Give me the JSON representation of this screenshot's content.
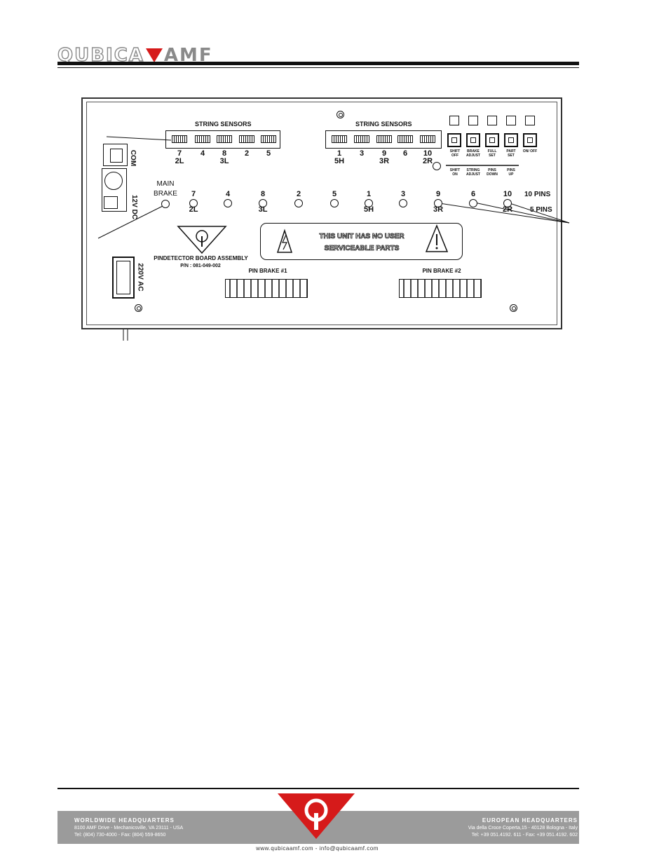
{
  "header": {
    "logo_left": "QUBICA",
    "logo_right": "AMF"
  },
  "panel": {
    "string_sensors_left_label": "STRING SENSORS",
    "string_sensors_right_label": "STRING SENSORS",
    "left_sensor_numbers": [
      "7",
      "4",
      "8",
      "2",
      "5"
    ],
    "left_sensor_sub": [
      "2L",
      "3L"
    ],
    "right_sensor_numbers": [
      "1",
      "3",
      "9",
      "6",
      "10"
    ],
    "right_sensor_sub": [
      "5H",
      "3R",
      "2R"
    ],
    "com_label": "COM",
    "dc_label": "12V DC",
    "ac_label": "220V AC",
    "main_brake": [
      "MAIN",
      "BRAKE"
    ],
    "led_numbers": [
      "7",
      "4",
      "8",
      "2",
      "5",
      "1",
      "3",
      "9",
      "6",
      "10"
    ],
    "led_sub": [
      "2L",
      "3L",
      "5H",
      "3R",
      "2R"
    ],
    "ten_pins_label": "10 PINS",
    "five_pins_label": "5 PINS",
    "buttons_top": [
      [
        "SHIFT",
        "OFF"
      ],
      [
        "BRAKE",
        "ADJUST"
      ],
      [
        "FULL",
        "SET"
      ],
      [
        "PART",
        "SET"
      ],
      [
        "ON/ OFF",
        ""
      ]
    ],
    "buttons_bottom": [
      [
        "SHIFT",
        "ON"
      ],
      [
        "STRING",
        "ADJUST"
      ],
      [
        "PINS",
        "DOWN"
      ],
      [
        "PINS",
        "UP"
      ]
    ],
    "board_title": "PINDETECTOR BOARD ASSEMBLY",
    "part_number": "P/N : 081-049-002",
    "warning": [
      "THIS UNIT HAS NO USER",
      "SERVICEABLE PARTS"
    ],
    "pin_brake_1": "PIN BRAKE #1",
    "pin_brake_2": "PIN BRAKE #2"
  },
  "footer": {
    "left_title": "WORLDWIDE HEADQUARTERS",
    "left_line1": "8100 AMF Drive - Mechanicsville, VA 23111 - USA",
    "left_line2": "Tel: (804) 730-4000 - Fax: (804) 559-8650",
    "right_title": "EUROPEAN HEADQUARTERS",
    "right_line1": "Via della Croce Coperta,15 - 40128 Bologna - Italy",
    "right_line2": "Tel: +39 051.4192. 611 - Fax: +39 051.4192. 602",
    "web": "www.qubicaamf.com - info@qubicaamf.com"
  }
}
